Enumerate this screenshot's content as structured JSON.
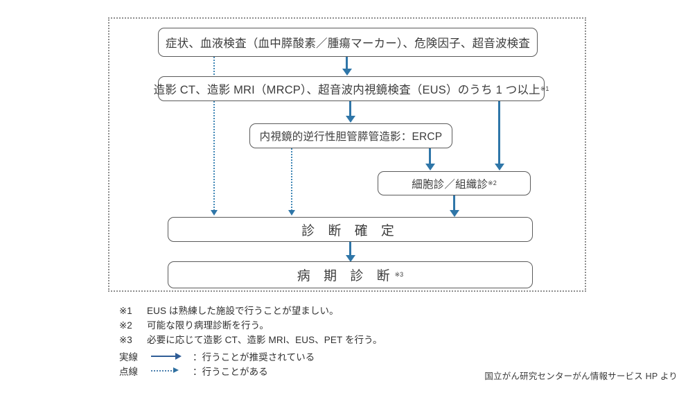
{
  "diagram": {
    "title_visible": false,
    "colors": {
      "arrow_solid": "#2f76a8",
      "arrow_dotted": "#3f86b5",
      "box_border": "#5a5a5a",
      "frame_border": "#8d8d8d",
      "text": "#3c3c3c"
    },
    "boxes": [
      {
        "id": "symptoms",
        "text": "症状、血液検査（血中膵酸素／腫瘍マーカー）、危険因子、超音波検査"
      },
      {
        "id": "imaging",
        "text": "造影 CT、造影 MRI（MRCP）、超音波内視鏡検査（EUS）のうち 1 つ以上",
        "sup": "※1"
      },
      {
        "id": "ercp",
        "text": "内視鏡的逆行性胆管膵管造影：ERCP"
      },
      {
        "id": "cytology",
        "text": "細胞診／組織診",
        "sup": "※2"
      },
      {
        "id": "diagnosis",
        "text": "診 断 確 定"
      },
      {
        "id": "staging",
        "text": "病 期 診 断",
        "sup": "※3"
      }
    ],
    "connectors": [
      {
        "from": "symptoms",
        "to": "imaging",
        "style": "solid"
      },
      {
        "from": "imaging",
        "to": "ercp",
        "style": "solid"
      },
      {
        "from": "imaging",
        "to": "cytology",
        "style": "solid"
      },
      {
        "from": "ercp",
        "to": "cytology",
        "style": "solid"
      },
      {
        "from": "cytology",
        "to": "diagnosis",
        "style": "solid"
      },
      {
        "from": "symptoms",
        "to": "diagnosis",
        "style": "dotted"
      },
      {
        "from": "ercp",
        "to": "diagnosis",
        "style": "dotted"
      },
      {
        "from": "diagnosis",
        "to": "staging",
        "style": "solid"
      }
    ]
  },
  "notes": [
    {
      "mark": "※1",
      "text": "EUS は熟練した施設で行うことが望ましい。"
    },
    {
      "mark": "※2",
      "text": "可能な限り病理診断を行う。"
    },
    {
      "mark": "※3",
      "text": "必要に応じて造影 CT、造影 MRI、EUS、PET を行う。"
    }
  ],
  "legend": [
    {
      "label": "実線",
      "style": "solid",
      "desc": "：行うことが推奨されている"
    },
    {
      "label": "点線",
      "style": "dotted",
      "desc": "：行うことがある"
    }
  ],
  "attribution": "国立がん研究センターがん情報サービス HP より"
}
